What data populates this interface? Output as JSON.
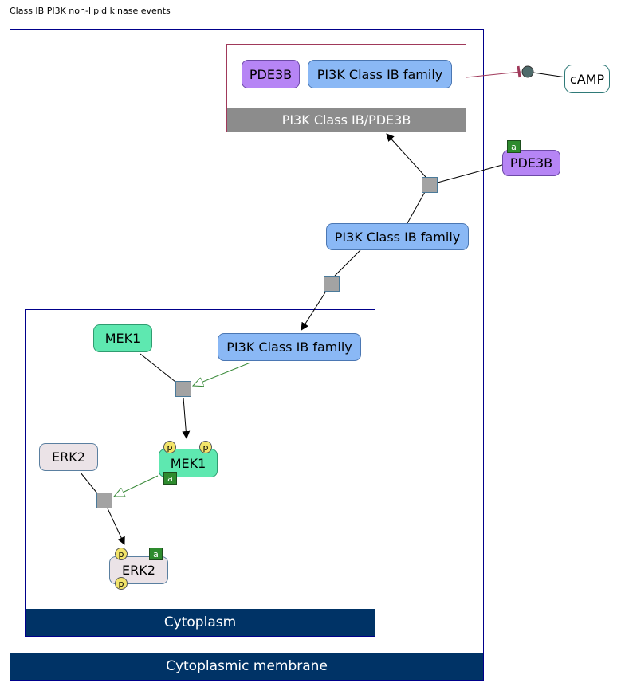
{
  "title": "Class IB PI3K non-lipid kinase events",
  "compartments": {
    "membrane": "Cytoplasmic membrane",
    "cytoplasm": "Cytoplasm"
  },
  "complex": {
    "label": "PI3K Class IB/PDE3B",
    "members": [
      "PDE3B",
      "PI3K Class IB family"
    ]
  },
  "nodes": {
    "camp": "cAMP",
    "pde3b_free": "PDE3B",
    "pi3k_membrane": "PI3K Class IB family",
    "pi3k_cyto": "PI3K Class IB family",
    "mek1": "MEK1",
    "mek1_p": "MEK1",
    "erk2": "ERK2",
    "erk2_p": "ERK2"
  },
  "modifications": {
    "phospho": "p",
    "active": "a"
  },
  "colors": {
    "pi3k": "#8ab8f5",
    "pde3b": "#b685f5",
    "mek1": "#5ee8b0",
    "erk2": "#ebe3e7",
    "compartment_label": "#003366",
    "complex_label": "#8c8c8c",
    "inhibition": "#a0395a",
    "catalysis": "#3a8a3a"
  }
}
